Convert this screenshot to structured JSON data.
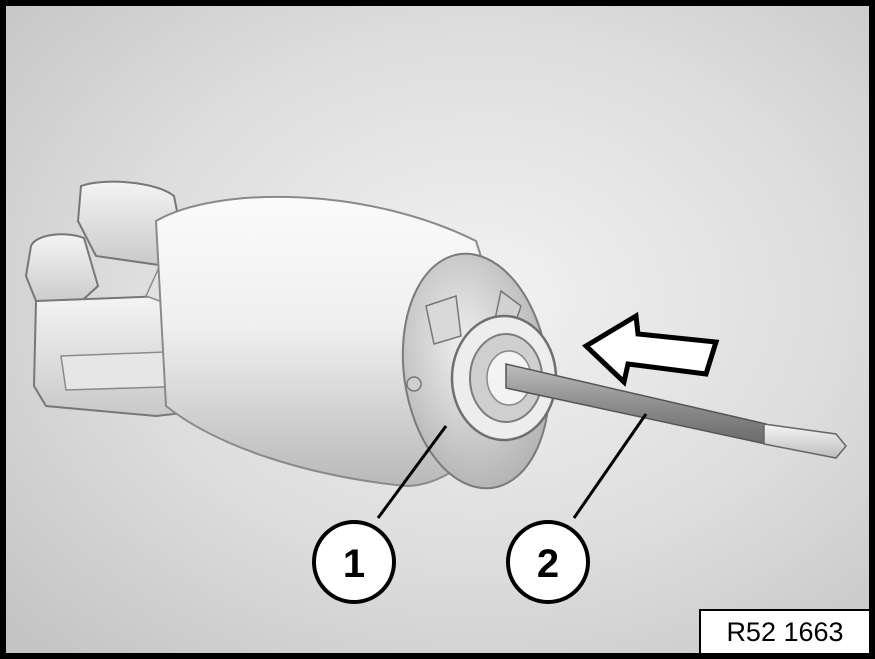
{
  "figure": {
    "id_label": "R52 1663",
    "callouts": [
      {
        "label": "1"
      },
      {
        "label": "2"
      }
    ]
  }
}
